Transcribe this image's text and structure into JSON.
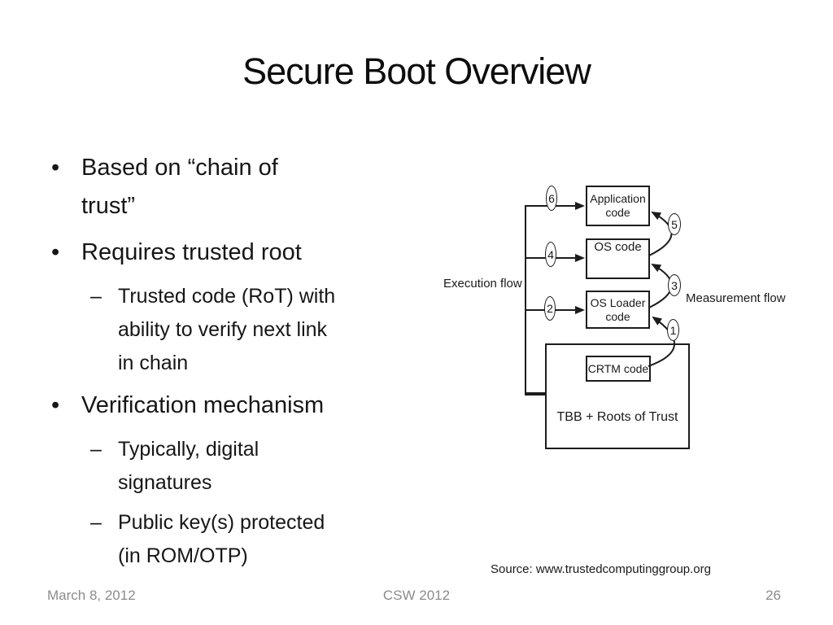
{
  "slide": {
    "title": "Secure Boot Overview",
    "content": {
      "items": [
        {
          "marker": "•",
          "text": "Based on “chain of\ntrust”"
        },
        {
          "marker": "•",
          "text": "Requires trusted root"
        },
        {
          "marker": "–",
          "text": "Trusted code (RoT) with\nability to verify next link\nin chain"
        },
        {
          "marker": "•",
          "text": "Verification mechanism"
        },
        {
          "marker": "–",
          "text": "Typically, digital\nsignatures"
        },
        {
          "marker": "–",
          "text": "Public key(s) protected\n(in ROM/OTP)"
        }
      ]
    },
    "diagram": {
      "boxes": {
        "application": "Application\ncode",
        "os": "OS code",
        "loader": "OS Loader\ncode",
        "crtm": "CRTM code",
        "tbb": "TBB + Roots of Trust"
      },
      "labels": {
        "execution": "Execution flow",
        "measurement": "Measurement flow"
      },
      "steps": {
        "s1": "1",
        "s2": "2",
        "s3": "3",
        "s4": "4",
        "s5": "5",
        "s6": "6"
      },
      "line_color": "#1c1c1c"
    },
    "source_note": "Source: www.trustedcomputinggroup.org",
    "footer": {
      "date": "March 8, 2012",
      "conference": "CSW 2012",
      "page": "26"
    }
  }
}
